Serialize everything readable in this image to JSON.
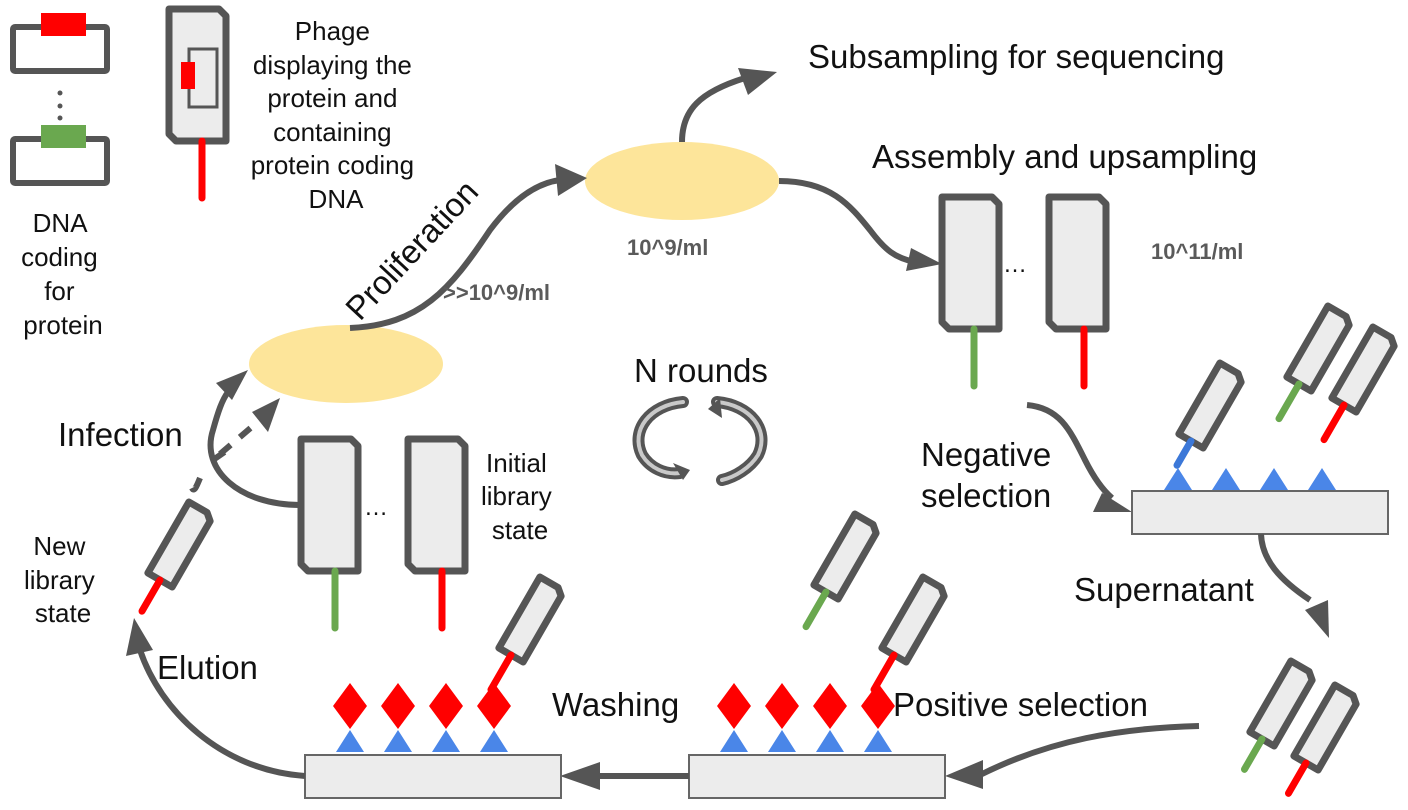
{
  "colors": {
    "arrow": "#555555",
    "phage_fill": "#ececec",
    "phage_outline": "#555555",
    "cell": "#fde59a",
    "tail_red": "#ff0000",
    "tail_green": "#6aa84f",
    "tail_blue": "#3c78d8",
    "target_red": "#ff0000",
    "antigen_blue": "#4a86e8"
  },
  "legend": {
    "dna_label": "DNA coding for protein",
    "dna_label_lines": [
      "DNA",
      "coding",
      "for",
      "protein"
    ],
    "phage_label_lines": [
      "Phage",
      "displaying the",
      "protein and",
      "containing",
      "protein coding",
      "DNA"
    ]
  },
  "steps": {
    "proliferation": "Proliferation",
    "subsampling": "Subsampling for sequencing",
    "assembly": "Assembly and upsampling",
    "infection": "Infection",
    "negative_selection_lines": [
      "Negative",
      "selection"
    ],
    "supernatant": "Supernatant",
    "positive_selection": "Positive selection",
    "washing": "Washing",
    "elution": "Elution",
    "n_rounds": "N rounds"
  },
  "states": {
    "initial_library_lines": [
      "Initial",
      "library",
      "state"
    ],
    "new_library_lines": [
      "New",
      "library",
      "state"
    ]
  },
  "concentrations": {
    "after_proliferation": ">>10^9/ml",
    "culture": "10^9/ml",
    "assembled": "10^11/ml"
  }
}
